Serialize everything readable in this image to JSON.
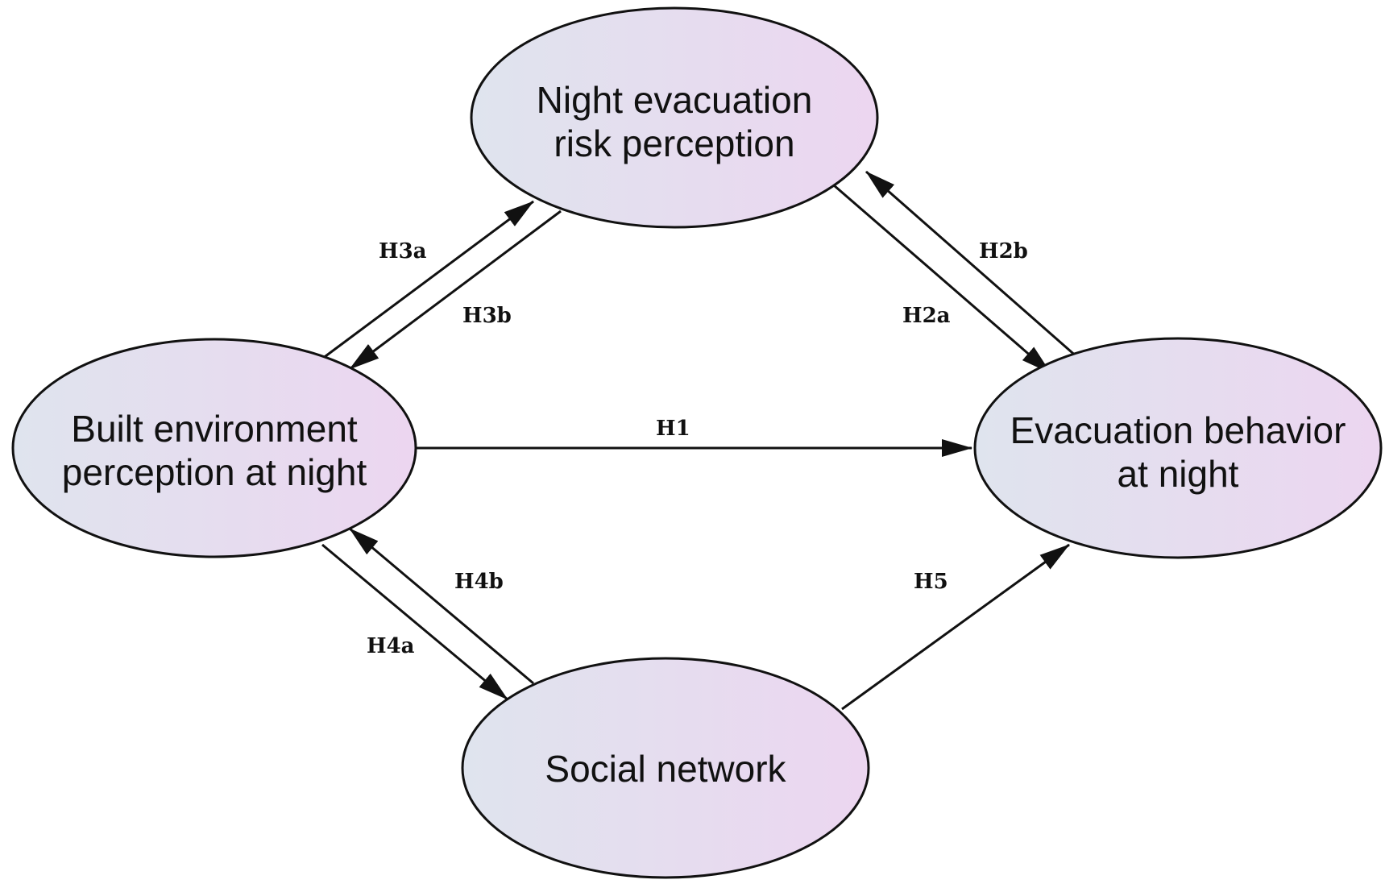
{
  "diagram": {
    "nodes": {
      "risk": {
        "line1": "Night evacuation",
        "line2": "risk perception"
      },
      "built": {
        "line1": "Built environment",
        "line2": "perception at night"
      },
      "behavior": {
        "line1": "Evacuation behavior",
        "line2": "at night"
      },
      "social": {
        "line1": "Social network"
      }
    },
    "edges": {
      "h1": "H1",
      "h2a": "H2a",
      "h2b": "H2b",
      "h3a": "H3a",
      "h3b": "H3b",
      "h4a": "H4a",
      "h4b": "H4b",
      "h5": "H5"
    },
    "colors": {
      "ellipse_fill_start": "#dfe4ee",
      "ellipse_fill_end": "#ecd6f0",
      "stroke": "#111111"
    }
  }
}
